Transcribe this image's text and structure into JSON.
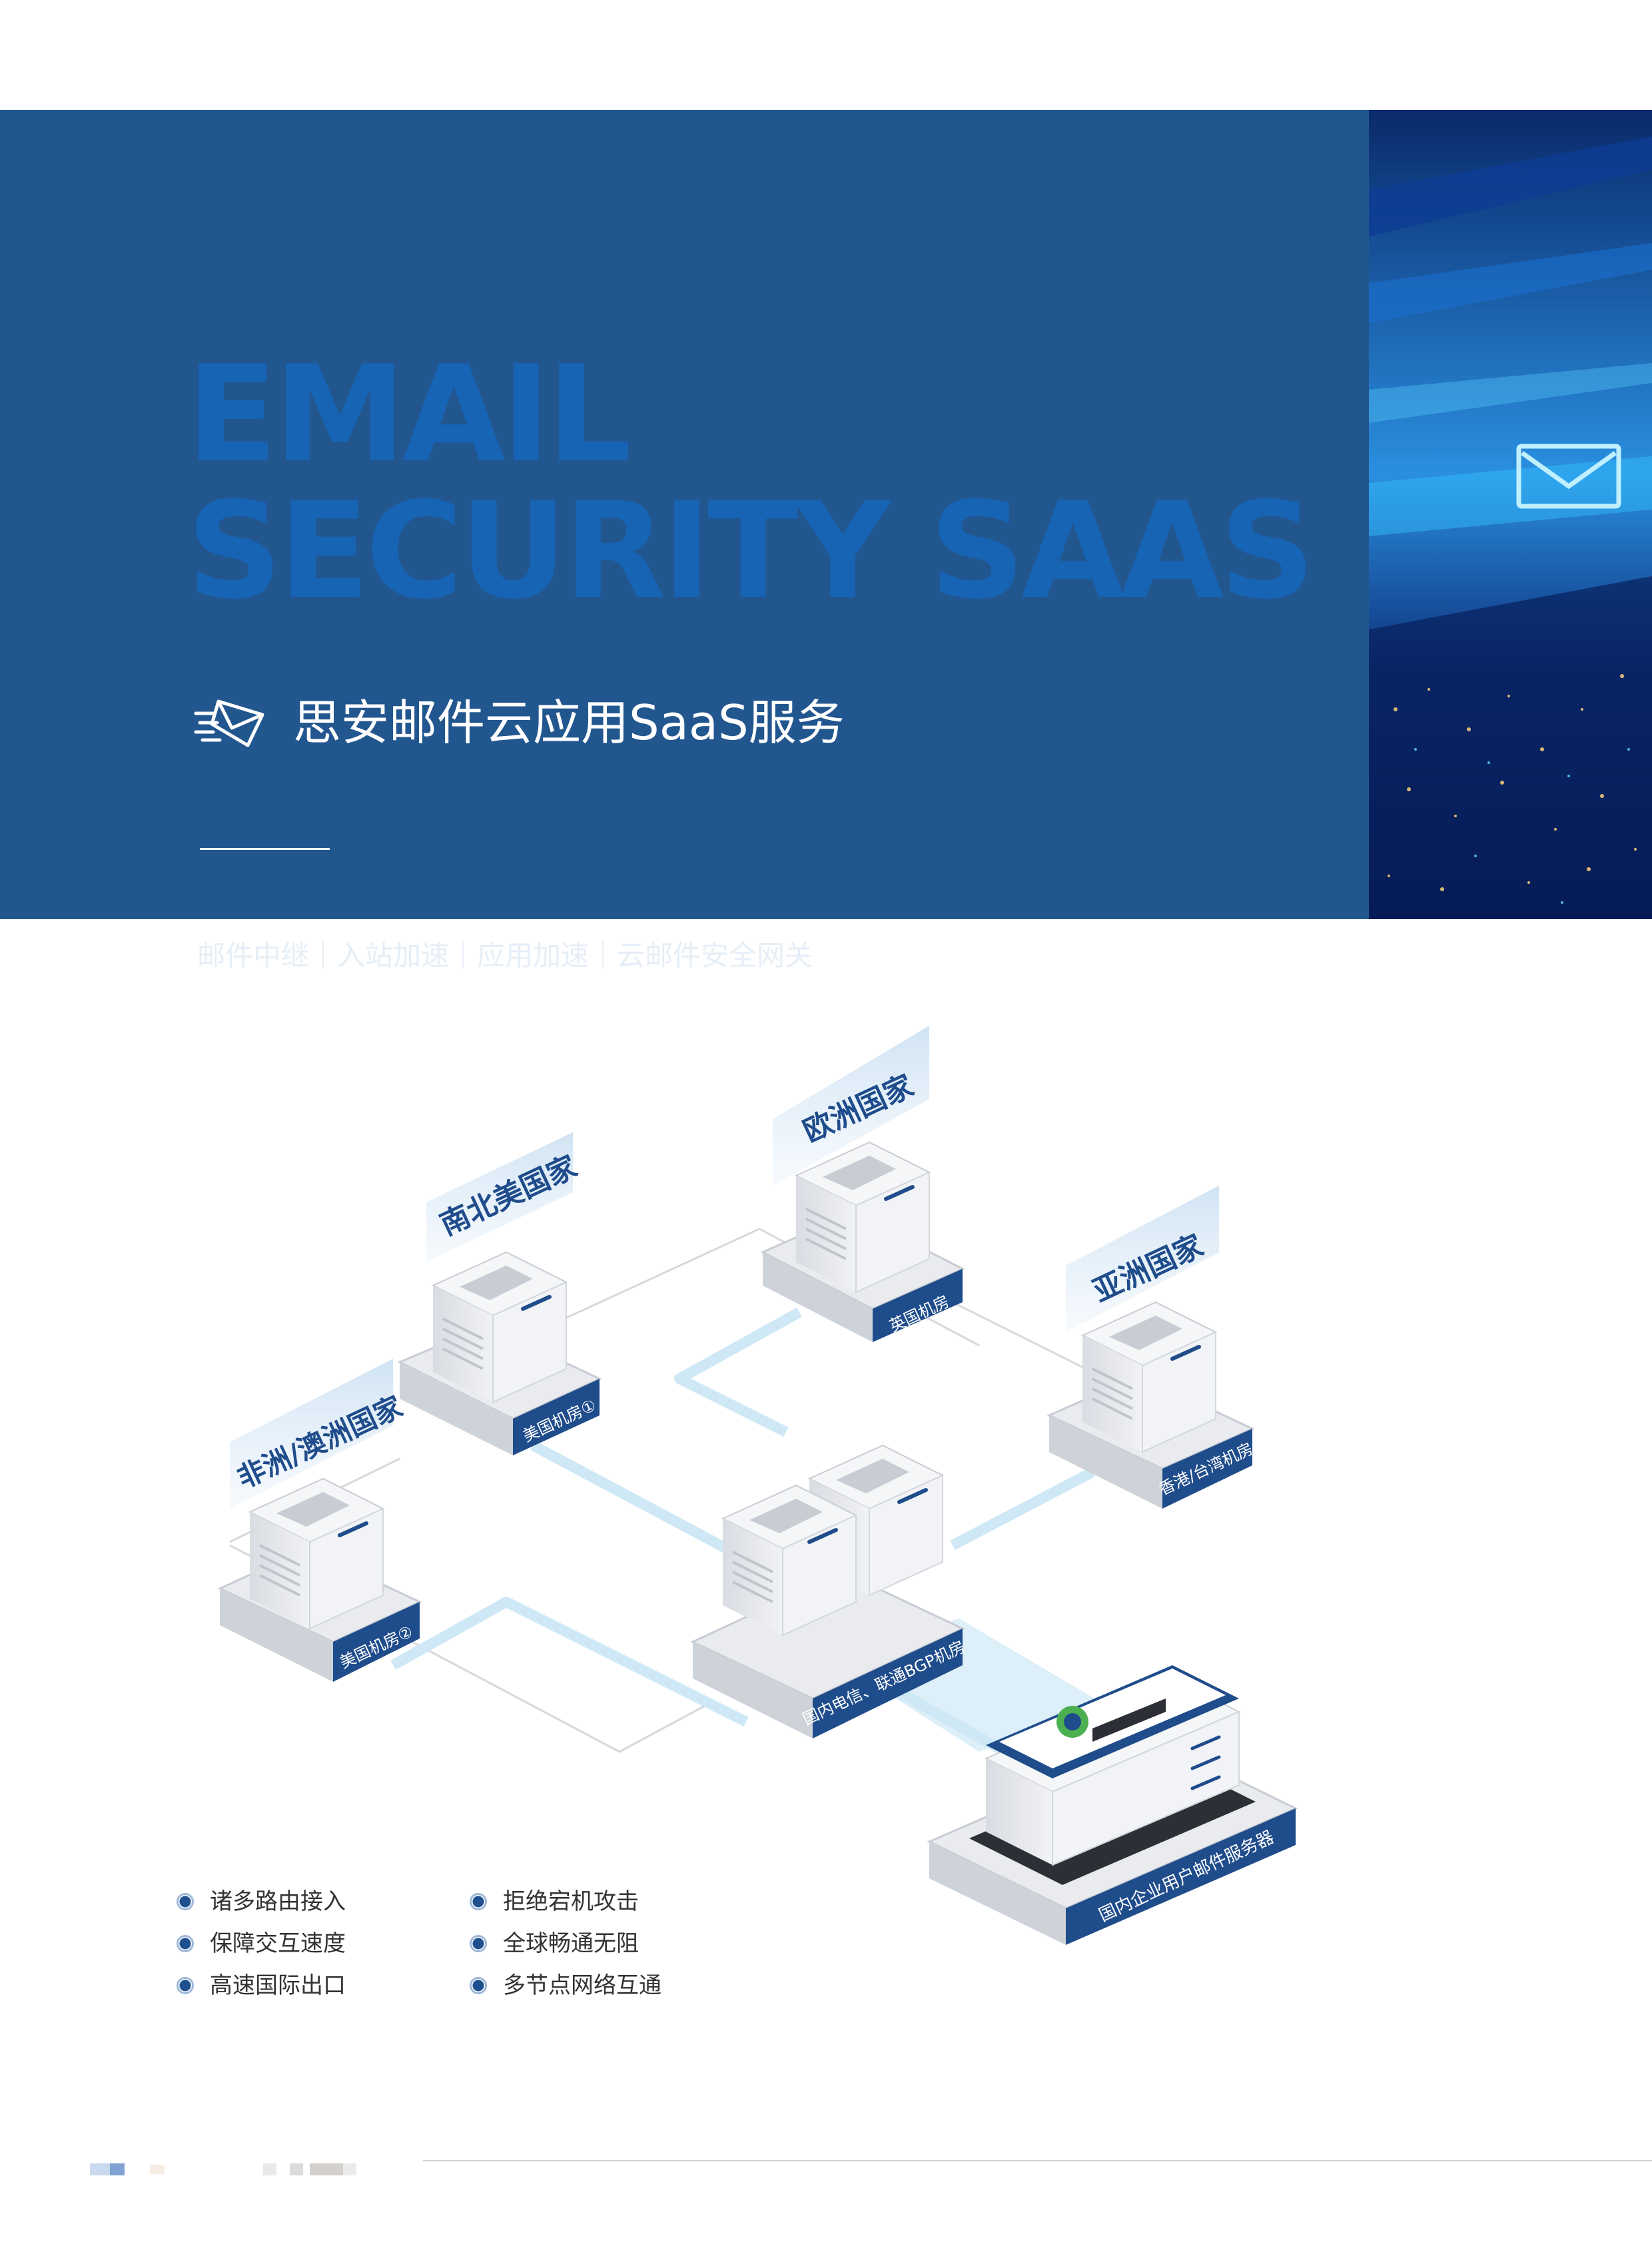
{
  "header": {
    "title_line1": "EMAIL",
    "title_line2": "SECURITY SAAS",
    "subtitle": "思安邮件云应用SaaS服务",
    "keywords": "邮件中继｜入站加速｜应用加速｜云邮件安全网关"
  },
  "diagram": {
    "regions": {
      "south_north_america": "南北美国家",
      "europe": "欧洲国家",
      "asia": "亚洲国家",
      "africa_oceania": "非洲/澳洲国家"
    },
    "datacenters": {
      "us_1": "美国机房①",
      "uk": "英国机房",
      "hk_tw": "香港/台湾机房",
      "us_2": "美国机房②",
      "domestic_bgp": "国内电信、联通BGP机房",
      "enterprise_server": "国内企业用户邮件服务器"
    }
  },
  "features": {
    "left": [
      "诸多路由接入",
      "保障交互速度",
      "高速国际出口"
    ],
    "right": [
      "拒绝宕机攻击",
      "全球畅通无阻",
      "多节点网络互通"
    ]
  },
  "colors": {
    "banner": "#22568f",
    "title": "#1763b4",
    "accent": "#1e4f8f",
    "link_line": "#cfe8f6"
  }
}
